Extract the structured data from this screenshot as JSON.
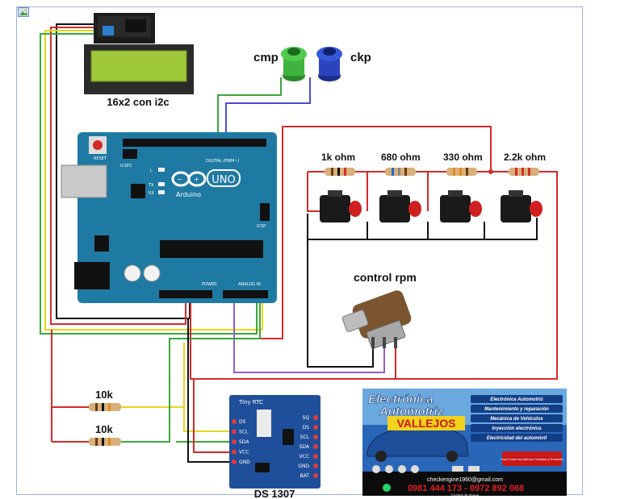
{
  "labels": {
    "lcd": "16x2 con i2c",
    "cmp": "cmp",
    "ckp": "ckp",
    "r1": "1k ohm",
    "r2": "680 ohm",
    "r3": "330 ohm",
    "r4": "2.2k ohm",
    "pot": "control rpm",
    "res_a": "10k",
    "res_b": "10k",
    "rtc": "DS 1307"
  },
  "rtc_board": {
    "title": "Tiny RTC",
    "left_pins": [
      "DS",
      "SCL",
      "SDA",
      "VCC",
      "GND"
    ],
    "right_pins": [
      "SQ",
      "DS",
      "SCL",
      "SDA",
      "VCC",
      "GND",
      "BAT"
    ]
  },
  "arduino": {
    "brand": "Arduino",
    "model": "UNO",
    "digital_header": "DIGITAL (PWM~)",
    "analog_header": "ANALOG IN",
    "power_header": "POWER",
    "icsp": "ICSP",
    "reset": "RESET",
    "led_l": "L",
    "led_tx": "TX",
    "led_rx": "RX",
    "icsp2": "ICSP2"
  },
  "ad": {
    "title_line1": "Electrónica",
    "title_line2": "Automotriz",
    "name": "VALLEJOS",
    "services": [
      "Electrónica Automotriz",
      "Mantenimiento y reparación",
      "Mecánica de Vehículos",
      "Inyección electrónica",
      "Electricidad del automóvil"
    ],
    "sticker": "Para Todas las Marcas Trabajos a Domicilio",
    "email": "checkengine1960@gmail.com",
    "phones": "0981 444 173 - 0972 892 068",
    "city": "Ciudad de Ypane"
  },
  "colors": {
    "wire_red": "#d42a2a",
    "wire_black": "#111111",
    "wire_yellow": "#e6d81e",
    "wire_green": "#3aa83a",
    "wire_purple": "#9a5bc4",
    "wire_blue": "#4a4ad0",
    "board_teal": "#1f7aa3",
    "lcd_green": "#9ec73a"
  }
}
